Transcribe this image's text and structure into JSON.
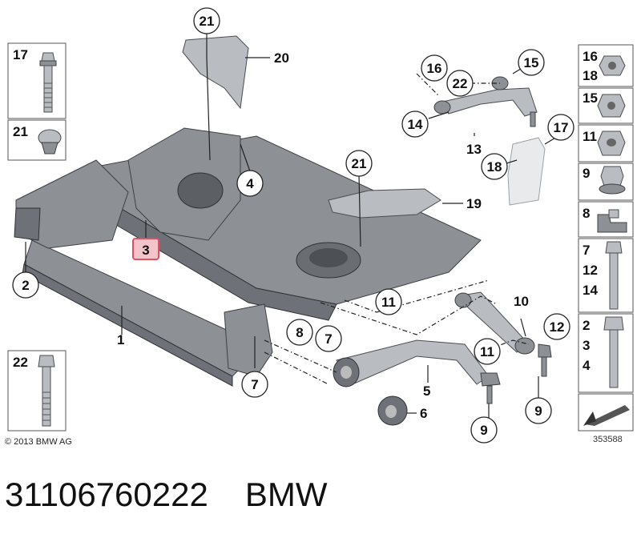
{
  "diagram": {
    "callouts": {
      "c1": "1",
      "c2": "2",
      "c3": "3",
      "c4": "4",
      "c5": "5",
      "c6": "6",
      "c7a": "7",
      "c7b": "7",
      "c8": "8",
      "c9a": "9",
      "c9b": "9",
      "c10": "10",
      "c11a": "11",
      "c11b": "11",
      "c12": "12",
      "c13": "13",
      "c14": "14",
      "c15": "15",
      "c16": "16",
      "c17": "17",
      "c18": "18",
      "c19": "19",
      "c20": "20",
      "c21a": "21",
      "c21b": "21",
      "c22": "22"
    },
    "left_boxes": {
      "box_a": [
        "17"
      ],
      "box_b": [
        "21"
      ],
      "box_c": [
        "22"
      ]
    },
    "right_boxes": {
      "box_1": [
        "16",
        "18"
      ],
      "box_2": [
        "15"
      ],
      "box_3": [
        "11"
      ],
      "box_4": [
        "9"
      ],
      "box_5": [
        "8"
      ],
      "box_6": [
        "7",
        "12",
        "14"
      ],
      "box_7": [
        "2",
        "3",
        "4"
      ]
    },
    "copyright": "© 2013 BMW AG",
    "drawing_number": "353588",
    "highlight_color": "#e05060"
  },
  "caption": {
    "part_number": "31106760222",
    "brand": "BMW"
  }
}
